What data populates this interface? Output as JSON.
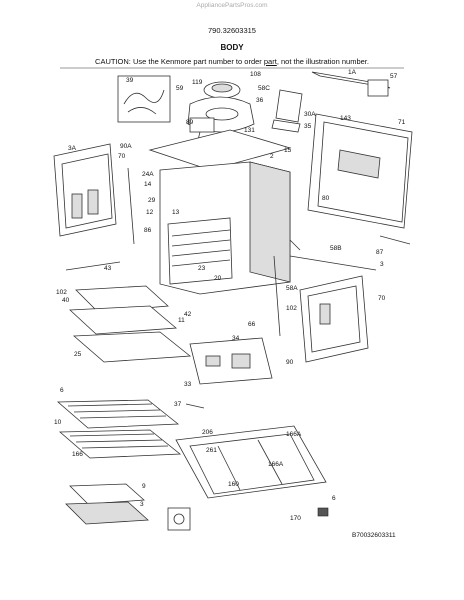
{
  "watermark": "AppliancePartsPros.com",
  "model_number": "790.32603315",
  "section_title": "BODY",
  "caution": {
    "prefix": "CAUTION: Use the Kenmore part number to order ",
    "emph": "part",
    "suffix": ", not the illustration number."
  },
  "diagram_code": "B70032603311",
  "callouts": [
    "39",
    "108",
    "119",
    "58C",
    "1A",
    "57",
    "59",
    "36",
    "30A",
    "143",
    "89",
    "35",
    "131",
    "71",
    "3A",
    "90A",
    "70",
    "2",
    "15",
    "24A",
    "14",
    "29",
    "12",
    "86",
    "80",
    "13",
    "58B",
    "87",
    "43",
    "3",
    "102",
    "23",
    "20",
    "40",
    "58A",
    "42",
    "11",
    "70",
    "66",
    "102",
    "34",
    "25",
    "33",
    "90",
    "37",
    "6",
    "166",
    "206",
    "261",
    "166A",
    "160",
    "166A",
    "6",
    "10",
    "9",
    "3",
    "170"
  ]
}
